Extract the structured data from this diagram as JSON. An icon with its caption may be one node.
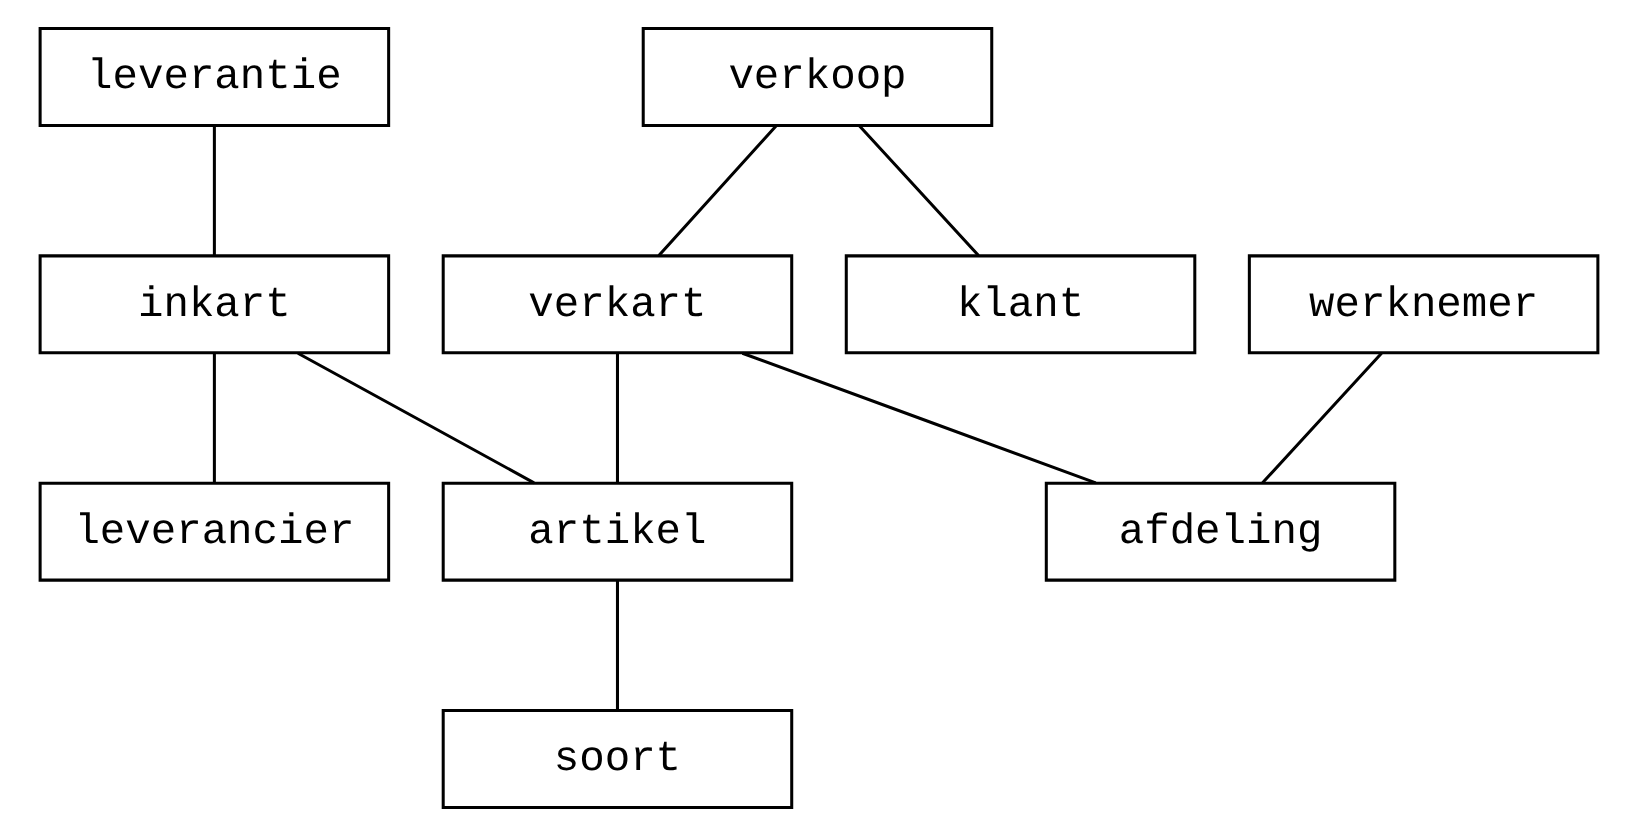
{
  "diagram": {
    "nodes": [
      {
        "text": [
          "leverantie"
        ]
      },
      {
        "text": [
          "verkoop"
        ]
      },
      {
        "text": [
          "inkart"
        ]
      },
      {
        "text": [
          "klant"
        ]
      },
      {
        "text": [
          "verkart"
        ]
      },
      {
        "text": [
          "werknemer"
        ]
      },
      {
        "text": [
          "leverancier"
        ]
      },
      {
        "text": [
          "artikel"
        ]
      },
      {
        "text": [
          "afdeling"
        ]
      },
      {
        "text": [
          "soort"
        ]
      }
    ],
    "edges": [
      {
        "from": 0,
        "to": 2,
        "arrow": "none"
      },
      {
        "from": 1,
        "to": 3,
        "arrow": "none"
      },
      {
        "from": 1,
        "to": 4,
        "arrow": "none"
      },
      {
        "from": 2,
        "to": 6,
        "arrow": "none"
      },
      {
        "from": 2,
        "to": 7,
        "arrow": "none"
      },
      {
        "from": 4,
        "to": 7,
        "arrow": "none"
      },
      {
        "from": 4,
        "to": 8,
        "arrow": "none"
      },
      {
        "from": 5,
        "to": 8,
        "arrow": "none"
      },
      {
        "from": 7,
        "to": 9,
        "arrow": "none"
      }
    ]
  }
}
